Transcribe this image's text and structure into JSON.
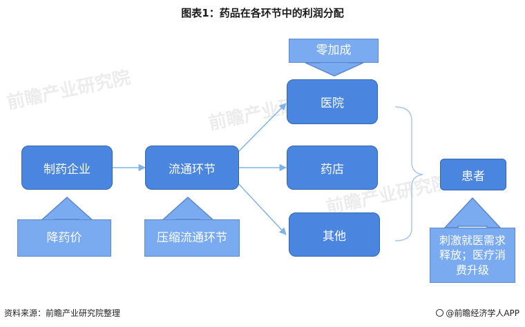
{
  "title": "图表1：药品在各环节中的利润分配",
  "nodes": {
    "pharma": "制药企业",
    "circulation": "流通环节",
    "hospital": "医院",
    "pharmacy": "药店",
    "other": "其他",
    "patient": "患者"
  },
  "notes": {
    "zero_markup": "零加成",
    "price_cut": "降药价",
    "compress": "压缩流通环节",
    "demand": "刺激就医需求释放；医疗消费升级"
  },
  "footer": {
    "source": "资料来源：前瞻产业研究院整理",
    "brand": "@前瞻经济学人APP"
  },
  "watermark": "前瞻产业研究院",
  "colors": {
    "node_fill": "#4a86e0",
    "note_fill": "#7aaaf0",
    "arrow": "#7fb2e8",
    "bracket": "#a9c6ea"
  }
}
